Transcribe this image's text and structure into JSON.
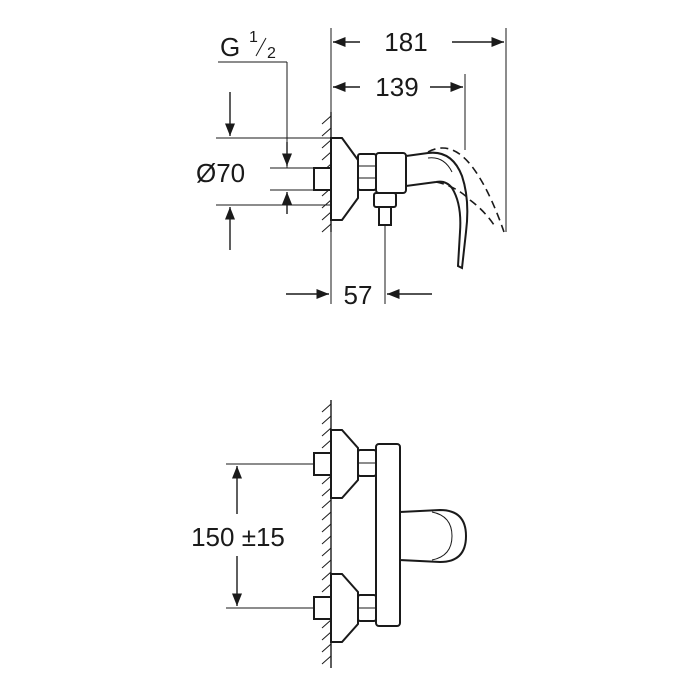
{
  "dimensions": {
    "thread_letter": "G",
    "thread_numerator": "1",
    "thread_denominator": "2",
    "rosette_diameter": "Ø70",
    "overall_depth": "181",
    "body_depth": "139",
    "outlet_offset": "57",
    "inlet_spacing": "150 ±15"
  }
}
